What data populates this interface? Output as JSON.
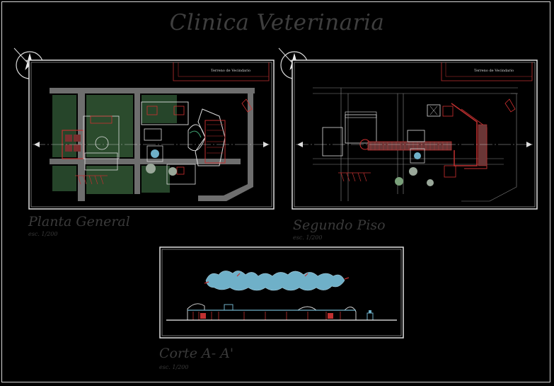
{
  "title": "Clinica Veterinaria",
  "plans": [
    {
      "label": "Planta General",
      "scale": "esc.   1/200"
    },
    {
      "label": "Segundo Piso",
      "scale": "esc.   1/200"
    }
  ],
  "section": {
    "label": "Corte A- A'",
    "scale": "esc.   1/200"
  },
  "street_label": "Terreno de Vecindario",
  "colors": {
    "background": "#000000",
    "frame": "#d8d8d8",
    "title": "#3e3e3e",
    "road": "#7a7a7a",
    "grass": "#2c4a2c",
    "wall": "#c03030",
    "water": "#6fb0c8",
    "building_line": "#d0d0d0"
  },
  "icons": {
    "north_arrow": "north-arrow-icon"
  }
}
